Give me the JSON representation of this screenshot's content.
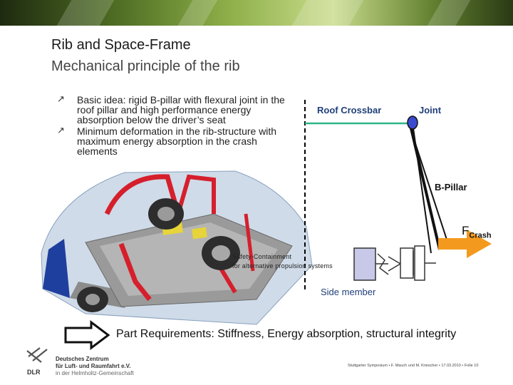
{
  "slide": {
    "title": "Rib and Space-Frame",
    "subtitle": "Mechanical principle of the rib",
    "bullets": [
      "Basic idea: rigid B-pillar with flexural joint in the roof pillar and high performance energy absorption below the driver’s seat",
      "Minimum deformation in the rib-structure with maximum energy absorption in the crash elements"
    ],
    "bullet_icon": "arrow-bullet-icon",
    "diagram": {
      "roof_crossbar": "Roof Crossbar",
      "joint": "Joint",
      "b_pillar": "B-Pillar",
      "force_symbol": "F",
      "force_subscript": "Crash",
      "safety_line1": "Safety-Containment",
      "safety_line2": "for alternative propulsion systems",
      "side_member": "Side member"
    },
    "requirements": "Part Requirements: Stiffness, Energy absorption, structural integrity",
    "footer": "Stuttgarter Symposium • F. Mauch und M. Kriescher • 17.03.2010 • Folie 10",
    "logo": {
      "line1": "Deutsches Zentrum",
      "line2": "für Luft- und Raumfahrt e.V.",
      "line3": "in der Helmholtz-Gemeinschaft",
      "mark": "DLR"
    },
    "colors": {
      "label_blue": "#1f3f7a",
      "crossbar_line": "#2fb58a",
      "joint_dot": "#3a4bd0",
      "force_arrow": "#f39a1e",
      "side_member_text": "#1f3f7a",
      "box_fill": "#c8c8e8"
    }
  }
}
